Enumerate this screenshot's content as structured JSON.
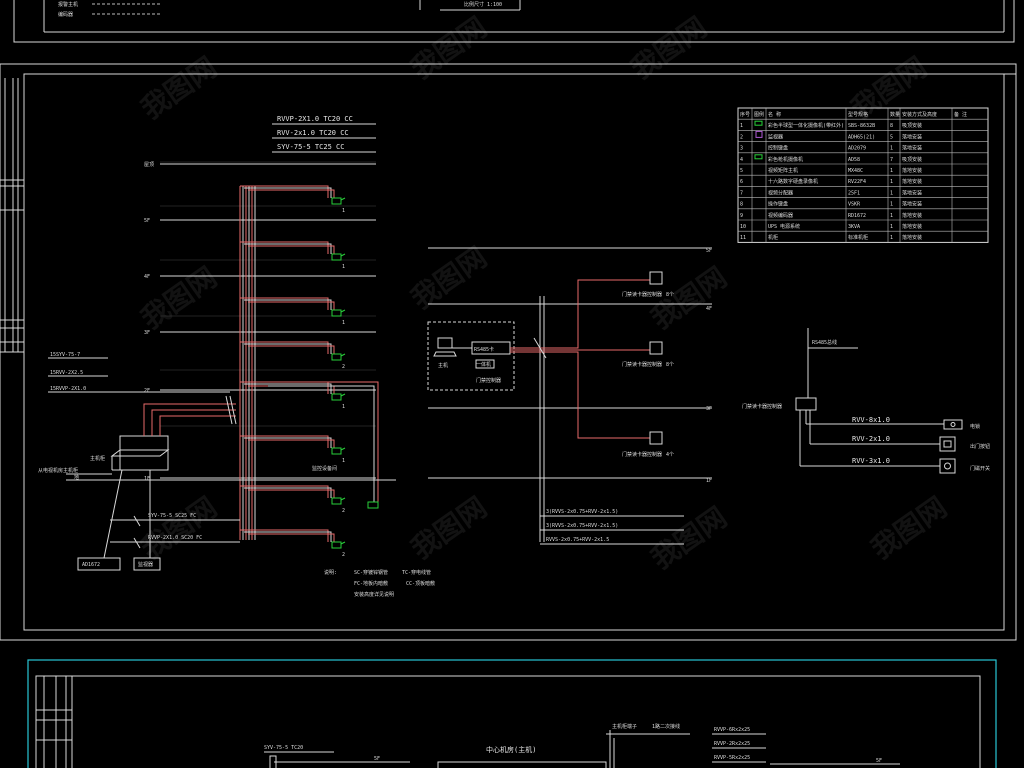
{
  "top_strip": {
    "labels": [
      "报警主机",
      "编码器"
    ],
    "scale_text": "比例尺寸   1:100"
  },
  "risers": {
    "cables": [
      "RVVP-2X1.0  TC20 CC",
      "RVV-2x1.0 TC20 CC",
      "SYV-75-5 TC25 CC"
    ]
  },
  "floor_labels": [
    "屋顶",
    "5F",
    "4F",
    "3F",
    "2F",
    "1F"
  ],
  "camera_numbers": [
    "1",
    "1",
    "1",
    "2",
    "1",
    "1",
    "2",
    "2"
  ],
  "left_cables": [
    "15SYV-75-7",
    "15RVV-2X2.5",
    "15RVVP-2X1.0"
  ],
  "left_labels": {
    "main_monitor": "主机柜",
    "monitor_room": "监控设备间",
    "position_note": "从电视机房主机柜",
    "ground": "地",
    "ad_box": "AD1672",
    "monitor_box": "监视器"
  },
  "bottom_cables": [
    "SYV-75-5 SC25 FC",
    "RVVP-2X1.0 SC20 FC"
  ],
  "legend_notes": [
    [
      "说明:",
      "SC-穿镀锌钢管",
      "TC-穿电线管"
    ],
    [
      "",
      "FC-地板内暗敷",
      "CC-顶板暗敷"
    ],
    [
      "",
      "安装高度详见说明",
      ""
    ]
  ],
  "center": {
    "rs485_card": "RS485卡",
    "host": "主机",
    "computer_label": "一体机",
    "controller_label": "门禁控制器",
    "cables": [
      "3(RVVS-2x0.75+RVV-2x1.5)",
      "3(RVVS-2x0.75+RVV-2x1.5)",
      "RVVS-2x0.75+RVV-2x1.5"
    ],
    "floor_tags": [
      "5F",
      "4F",
      "3F",
      "1F"
    ],
    "door_units": [
      "门禁读卡器控制器",
      "门禁读卡器控制器",
      "门禁读卡器控制器"
    ],
    "unit_counts": [
      "8个",
      "8个",
      "4个"
    ]
  },
  "right_detail": {
    "bus": "RS485总线",
    "controller": "门禁读卡器控制器",
    "cables": [
      "RVV-8x1.0",
      "RVV-2x1.0",
      "RVV-3x1.0"
    ],
    "devices": [
      "电锁",
      "出门按钮",
      "门磁开关"
    ]
  },
  "table": {
    "headers": [
      "序号",
      "图例",
      "名 称",
      "型号规格",
      "数量",
      "安装方式及高度",
      "备 注"
    ],
    "rows": [
      [
        "1",
        "cam",
        "彩色半球型一体化摄像机(带红外)",
        "SBS-8632B",
        "8",
        "吸顶安装",
        ""
      ],
      [
        "2",
        "mon",
        "监视器",
        "ADH65(21)",
        "5",
        "落地安装",
        ""
      ],
      [
        "3",
        "",
        "控制键盘",
        "AD2079",
        "1",
        "落地安装",
        ""
      ],
      [
        "4",
        "cam2",
        "彩色枪机摄像机",
        "AD58",
        "7",
        "吸顶安装",
        ""
      ],
      [
        "5",
        "",
        "视频矩阵主机",
        "MX48C",
        "1",
        "落地安装",
        ""
      ],
      [
        "6",
        "",
        "十六路数字硬盘录像机",
        "RV22F4",
        "1",
        "落地安装",
        ""
      ],
      [
        "7",
        "",
        "视频分配器",
        "25F1",
        "1",
        "落地安装",
        ""
      ],
      [
        "8",
        "",
        "操作键盘",
        "VSKR",
        "1",
        "落地安装",
        ""
      ],
      [
        "9",
        "",
        "视频编码器",
        "RD1672",
        "1",
        "落地安装",
        ""
      ],
      [
        "10",
        "",
        "UPS 电源系统",
        "3KVA",
        "1",
        "落地安装",
        ""
      ],
      [
        "11",
        "",
        "机柜",
        "标准机柜",
        "1",
        "落地安装",
        ""
      ]
    ]
  },
  "bottom_sheet": {
    "cable": "SYV-75-5 TC20",
    "center_title": "中心机房(主机)",
    "label_a": "主机柜端子",
    "label_b": "1路二次接线",
    "cables": [
      "RVVP-6Rx2x25",
      "RVVP-2Rx2x25",
      "RVVP-5Rx2x25"
    ],
    "floor": "5F"
  },
  "watermark": "我图网"
}
